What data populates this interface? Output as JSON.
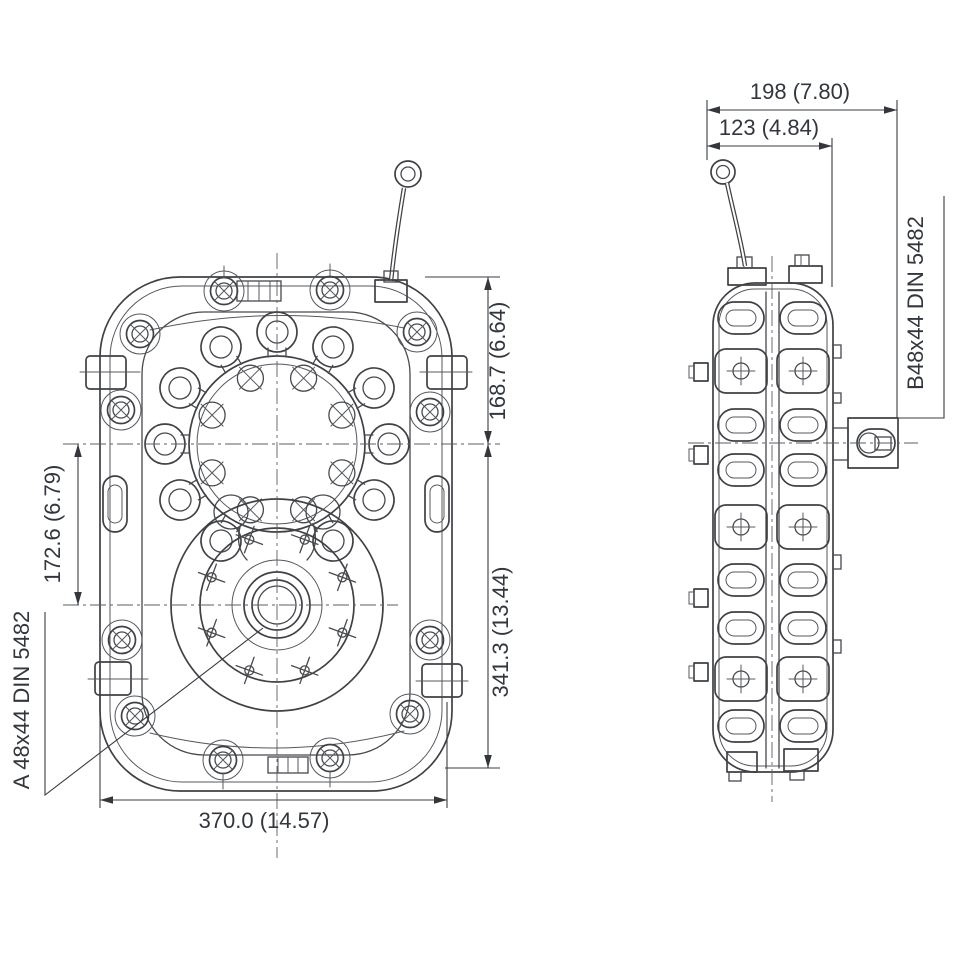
{
  "drawing": {
    "type": "technical-dimension-drawing",
    "views": [
      "front-view",
      "side-view"
    ],
    "dimensions": {
      "overall_depth": "198 (7.80)",
      "housing_depth": "123 (4.84)",
      "top_to_input_center": "168.7 (6.64)",
      "input_center_to_output_center": "172.6 (6.79)",
      "input_center_to_bottom": "341.3 (13.44)",
      "overall_width": "370.0 (14.57)"
    },
    "labels": {
      "spline_a": "A 48x44 DIN 5482",
      "spline_b": "B48x44 DIN 5482"
    },
    "colors": {
      "line": "#3f4145",
      "dimension": "#33363a",
      "background": "#ffffff"
    }
  }
}
